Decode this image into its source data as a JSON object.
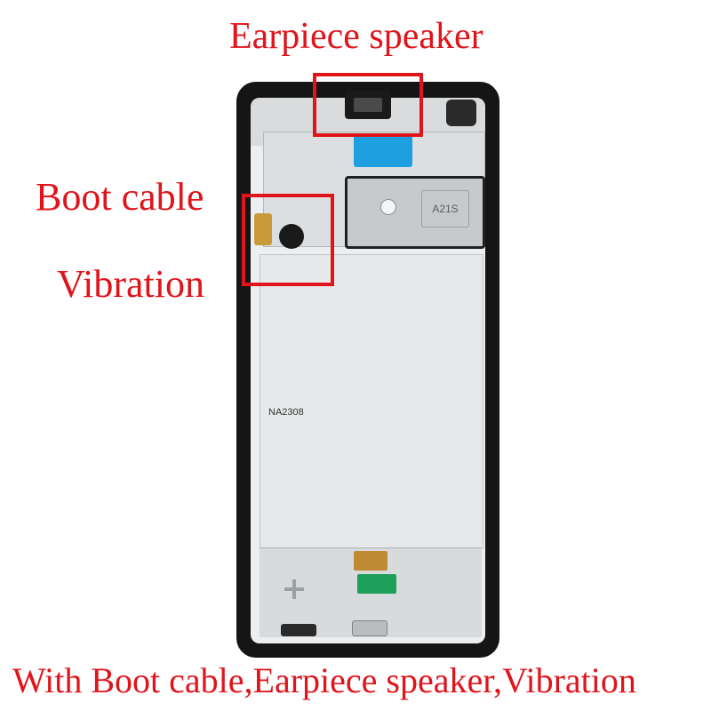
{
  "labels": {
    "earpiece": "Earpiece speaker",
    "boot_cable": "Boot cable",
    "vibration": "Vibration"
  },
  "caption": "With Boot cable,Earpiece speaker,Vibration",
  "phone": {
    "model_mark": "A21S",
    "plate_mark": "NA2308"
  },
  "colors": {
    "annotation": "#e0141b",
    "frame": "#151515",
    "background": "#ffffff"
  }
}
